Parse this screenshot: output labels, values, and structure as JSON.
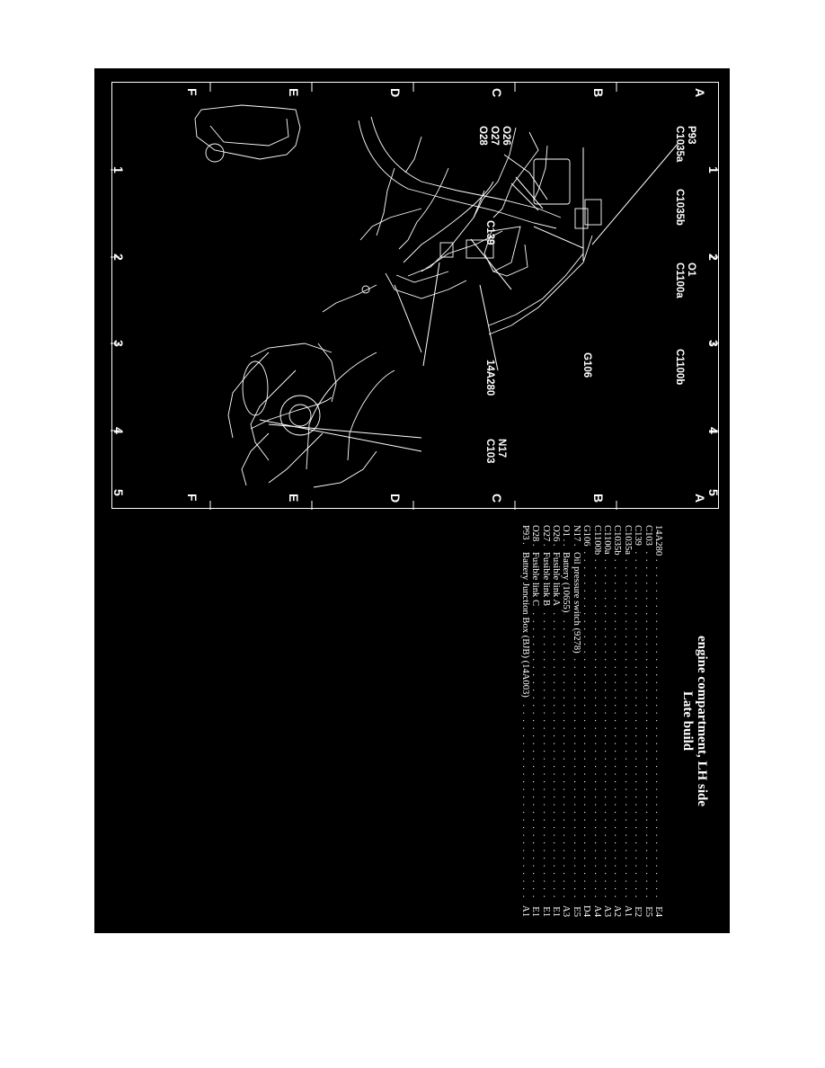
{
  "title": "engine compartment, LH side",
  "subtitle": "Late build",
  "grid": {
    "columns": [
      "1",
      "2",
      "3",
      "4",
      "5"
    ],
    "rows": [
      "A",
      "B",
      "C",
      "D",
      "E",
      "F"
    ]
  },
  "callouts": {
    "p93": "P93",
    "c1035a": "C1035a",
    "c1035b": "C1035b",
    "o1": "O1",
    "c1100a": "C1100a",
    "c1100b": "C1100b",
    "o26": "O26",
    "o27": "O27",
    "o28": "O28",
    "c139": "C139",
    "g106": "G106",
    "a14a280": "14A280",
    "n17": "N17",
    "c103": "C103"
  },
  "legend": [
    {
      "code": "14A280",
      "desc": "",
      "loc": "E4"
    },
    {
      "code": "C103",
      "desc": "",
      "loc": "E5"
    },
    {
      "code": "C139",
      "desc": "",
      "loc": "E2"
    },
    {
      "code": "C1035a",
      "desc": "",
      "loc": "A1"
    },
    {
      "code": "C1035b",
      "desc": "",
      "loc": "A2"
    },
    {
      "code": "C1100a",
      "desc": "",
      "loc": "A3"
    },
    {
      "code": "C1100b",
      "desc": "",
      "loc": "A4"
    },
    {
      "code": "G106",
      "desc": "",
      "loc": "D4"
    },
    {
      "code": "N17 .",
      "desc": "Oil pressure switch (9278)",
      "loc": "E5"
    },
    {
      "code": "O1 .",
      "desc": "Battery (10655)",
      "loc": "A3"
    },
    {
      "code": "O26 .",
      "desc": "Fusible link A",
      "loc": "E1"
    },
    {
      "code": "O27 .",
      "desc": "Fusible link B",
      "loc": "E1"
    },
    {
      "code": "O28 .",
      "desc": "Fusible link C",
      "loc": "E1"
    },
    {
      "code": "P93 .",
      "desc": "Battery Junction Box (BJB) (14A003)",
      "loc": "A1"
    }
  ]
}
